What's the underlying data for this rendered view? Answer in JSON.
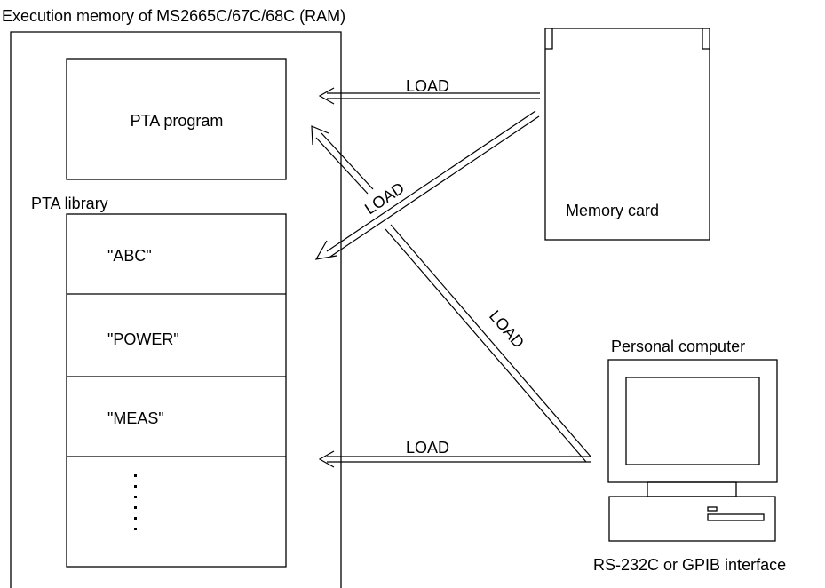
{
  "ram_title": "Execution memory of MS2665C/67C/68C (RAM)",
  "pta_program_label": "PTA program",
  "pta_library_label": "PTA library",
  "library_entries": [
    "\"ABC\"",
    "\"POWER\"",
    "\"MEAS\""
  ],
  "memory_card_label": "Memory card",
  "pc_label": "Personal computer",
  "interface_label": "RS-232C or GPIB interface",
  "load_labels": {
    "card_to_program": "LOAD",
    "card_to_library": "LOAD",
    "pc_to_program": "LOAD",
    "pc_to_library": "LOAD"
  }
}
